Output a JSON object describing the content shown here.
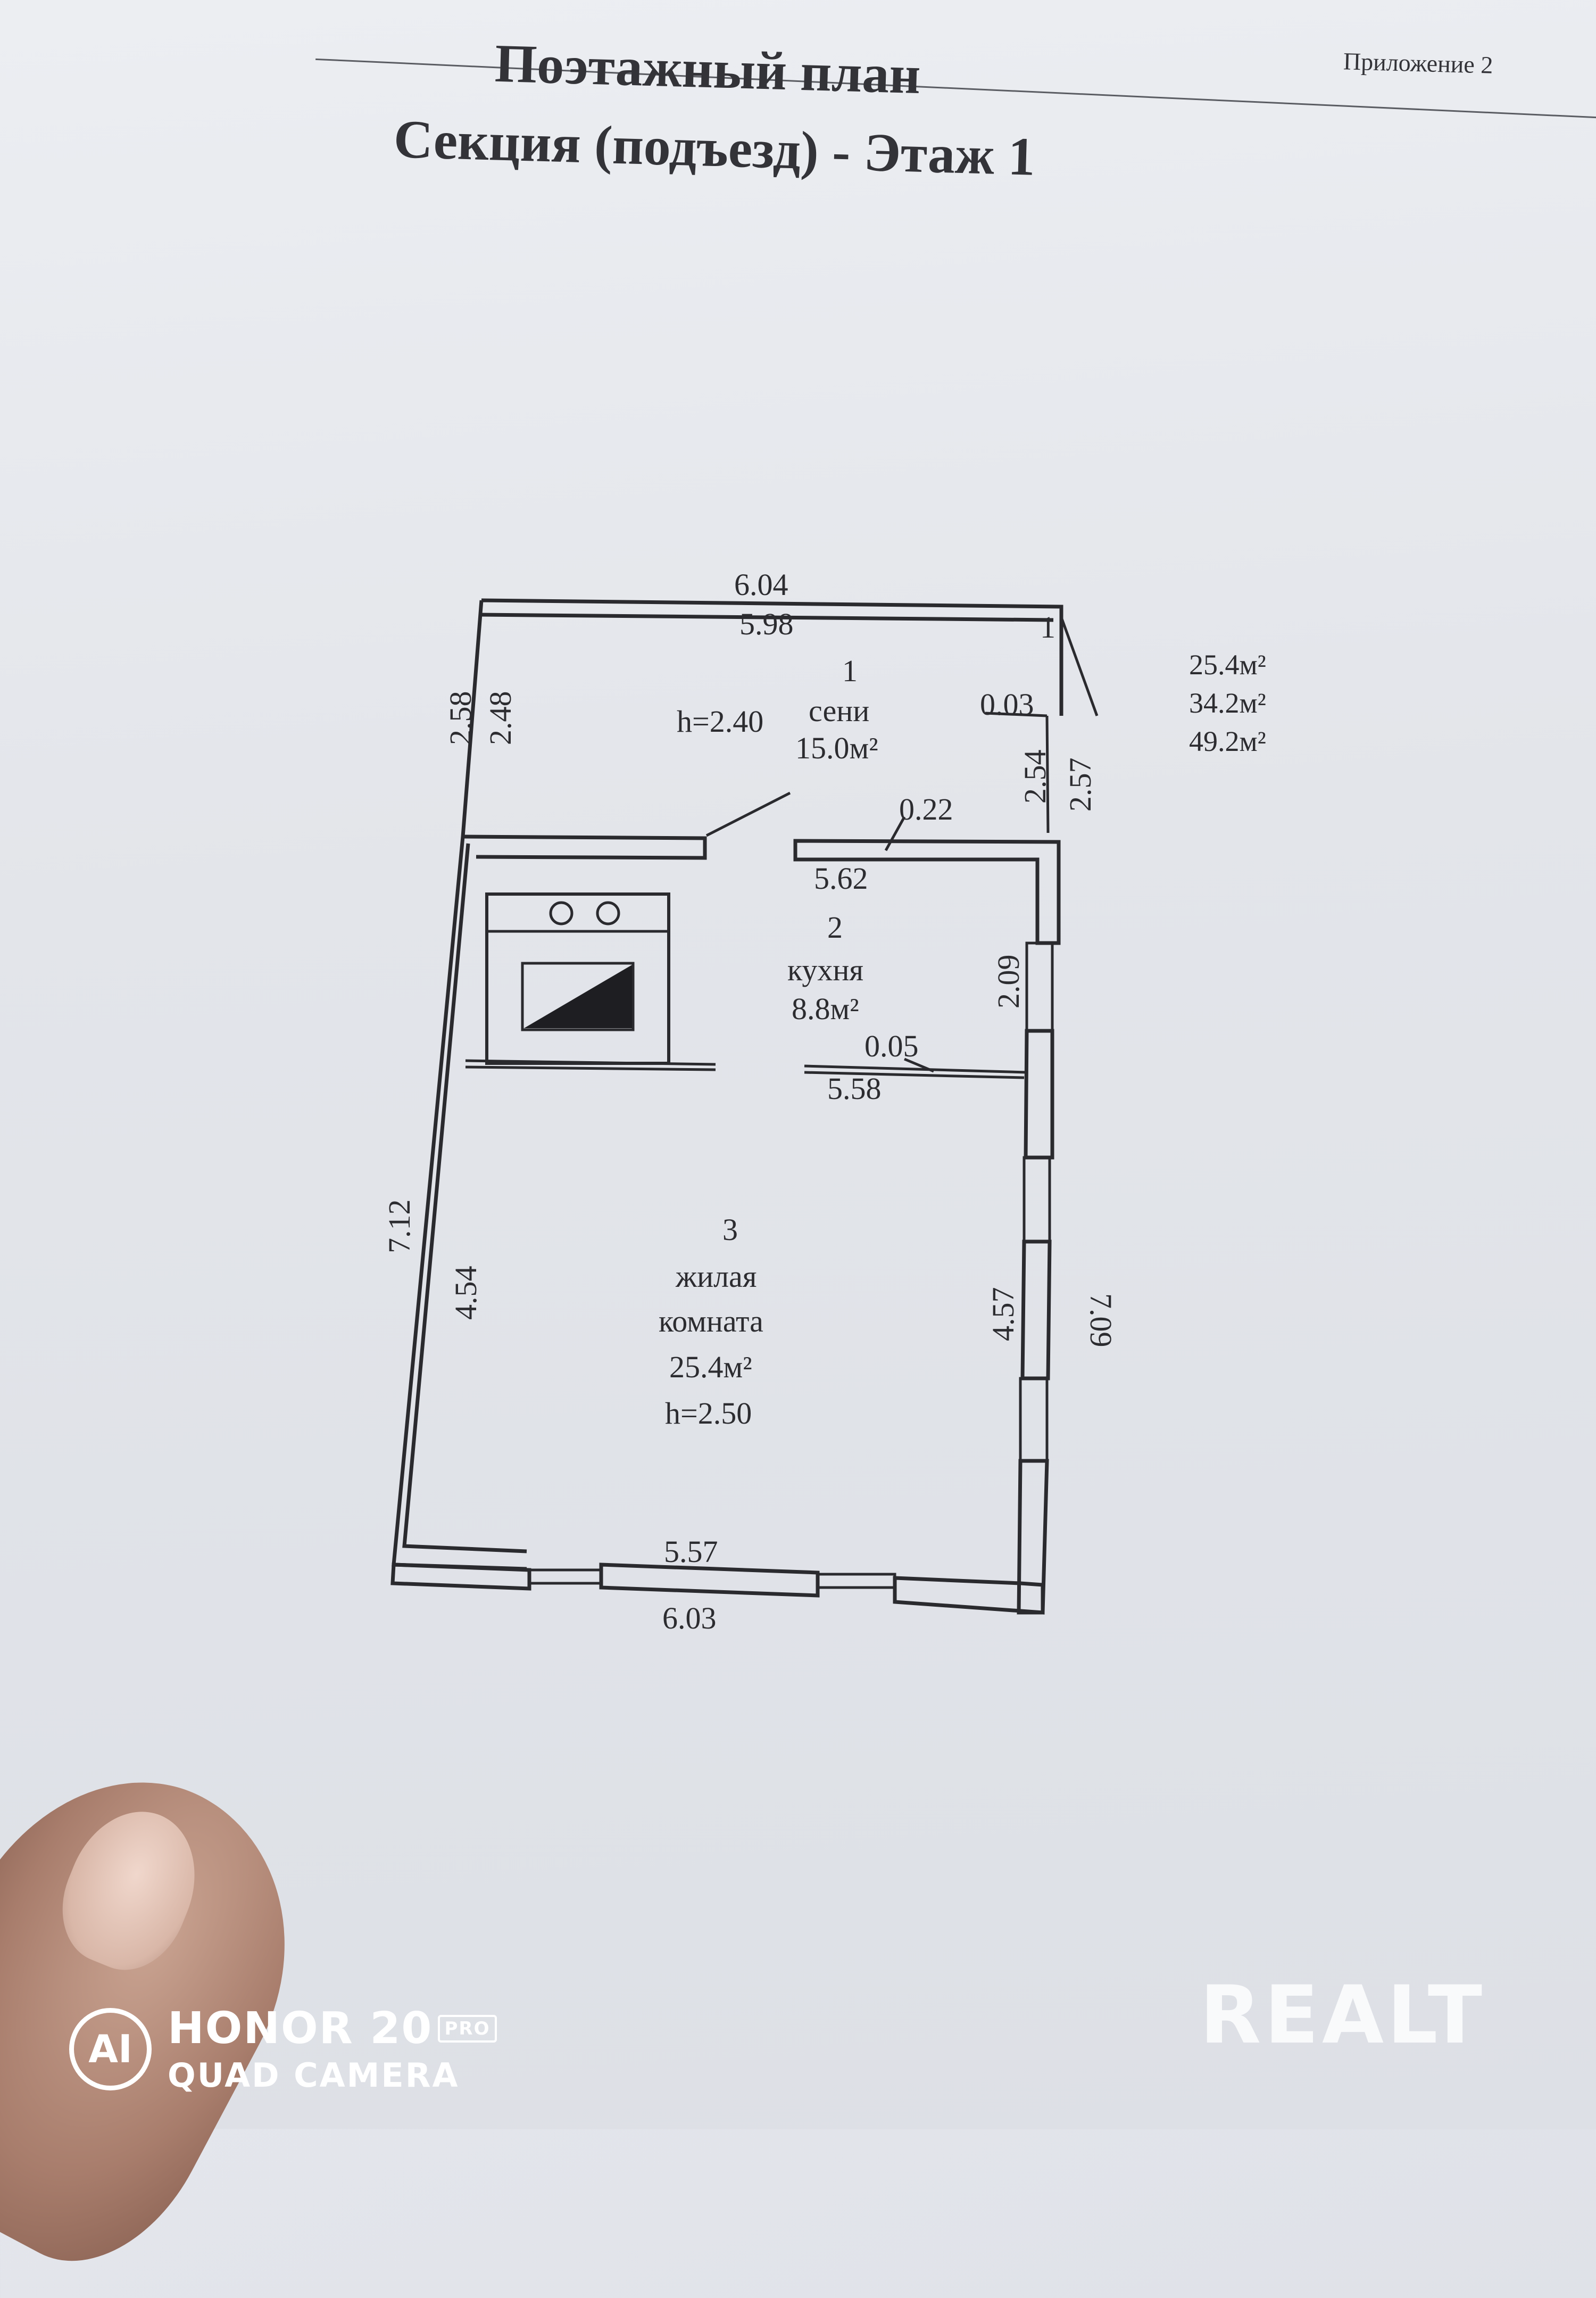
{
  "header": {
    "appendix": "Приложение  2",
    "title": "Поэтажный план",
    "subtitle": "Секция (подъезд) - Этаж 1"
  },
  "rooms": [
    {
      "number": "1",
      "name": "сени",
      "area": "15.0м²",
      "height": "h=2.40"
    },
    {
      "number": "2",
      "name": "кухня",
      "area": "8.8м²"
    },
    {
      "number": "3",
      "name_line1": "жилая",
      "name_line2": "комната",
      "area": "25.4м²",
      "height": "h=2.50"
    }
  ],
  "dimensions": {
    "top_outer": "6.04",
    "top_inner": "5.98",
    "left_upper_outer": "2.58",
    "left_upper_inner": "2.48",
    "right_upper_outer": "2.57",
    "right_upper_inner": "2.54",
    "door_gap": "0.03",
    "partition_1": "0.22",
    "kitchen_width": "5.62",
    "kitchen_right": "2.09",
    "partition_2": "0.05",
    "room_width_top": "5.58",
    "left_lower_outer": "7.12",
    "left_lower_inner": "4.54",
    "right_lower_inner": "4.57",
    "right_lower_outer": "7.09",
    "bottom_inner": "5.57",
    "bottom_outer": "6.03",
    "door_marker": "1"
  },
  "totals": [
    "25.4м²",
    "34.2м²",
    "49.2м²"
  ],
  "camera": {
    "ai": "AI",
    "brand": "HONOR 20",
    "pro": "PRO",
    "line2": "QUAD CAMERA"
  },
  "watermark": "REALT"
}
